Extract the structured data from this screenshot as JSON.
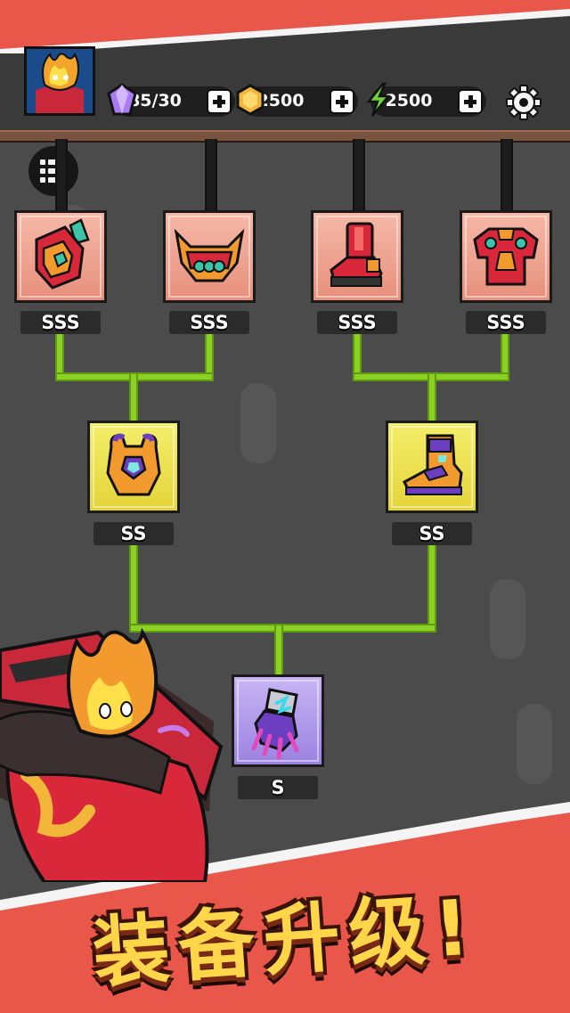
{
  "hud": {
    "gems": "85/30",
    "coins": "2500",
    "energy": "2500",
    "colors": {
      "gem": "#a87cf0",
      "coin": "#f2b63a",
      "energy": "#6fd33a"
    }
  },
  "tree": {
    "tier1": [
      {
        "rank": "SSS",
        "item": "gauntlet-icon"
      },
      {
        "rank": "SSS",
        "item": "helmet-crown-icon"
      },
      {
        "rank": "SSS",
        "item": "boots-icon"
      },
      {
        "rank": "SSS",
        "item": "chest-armor-icon"
      }
    ],
    "tier2": [
      {
        "rank": "SS",
        "item": "gold-chestplate-icon"
      },
      {
        "rank": "SS",
        "item": "gold-boot-icon"
      }
    ],
    "tier3": [
      {
        "rank": "S",
        "item": "claw-glove-icon"
      }
    ],
    "colors": {
      "sss_card": "#ec9e8c",
      "ss_card": "#ece04e",
      "s_card": "#b09cec",
      "link": "#8dd024"
    }
  },
  "banner": {
    "title": "装备升级!"
  }
}
